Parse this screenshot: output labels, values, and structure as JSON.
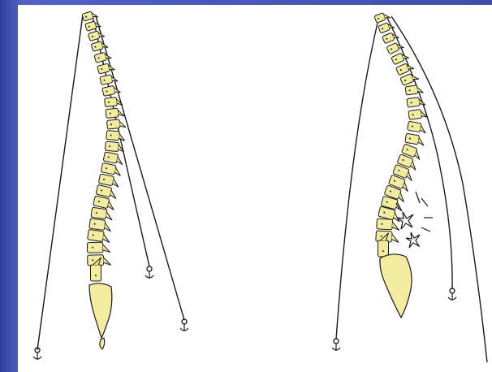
{
  "colors": {
    "background": "#3a4aa8",
    "paper": "#ffffff",
    "bone": "#f3eba0",
    "ink": "#1a1a1a"
  },
  "figures": [
    {
      "id": "left",
      "description_icon": "spine-with-guy-wires-healthy"
    },
    {
      "id": "right",
      "description_icon": "spine-with-guy-wires-collapsed"
    }
  ]
}
